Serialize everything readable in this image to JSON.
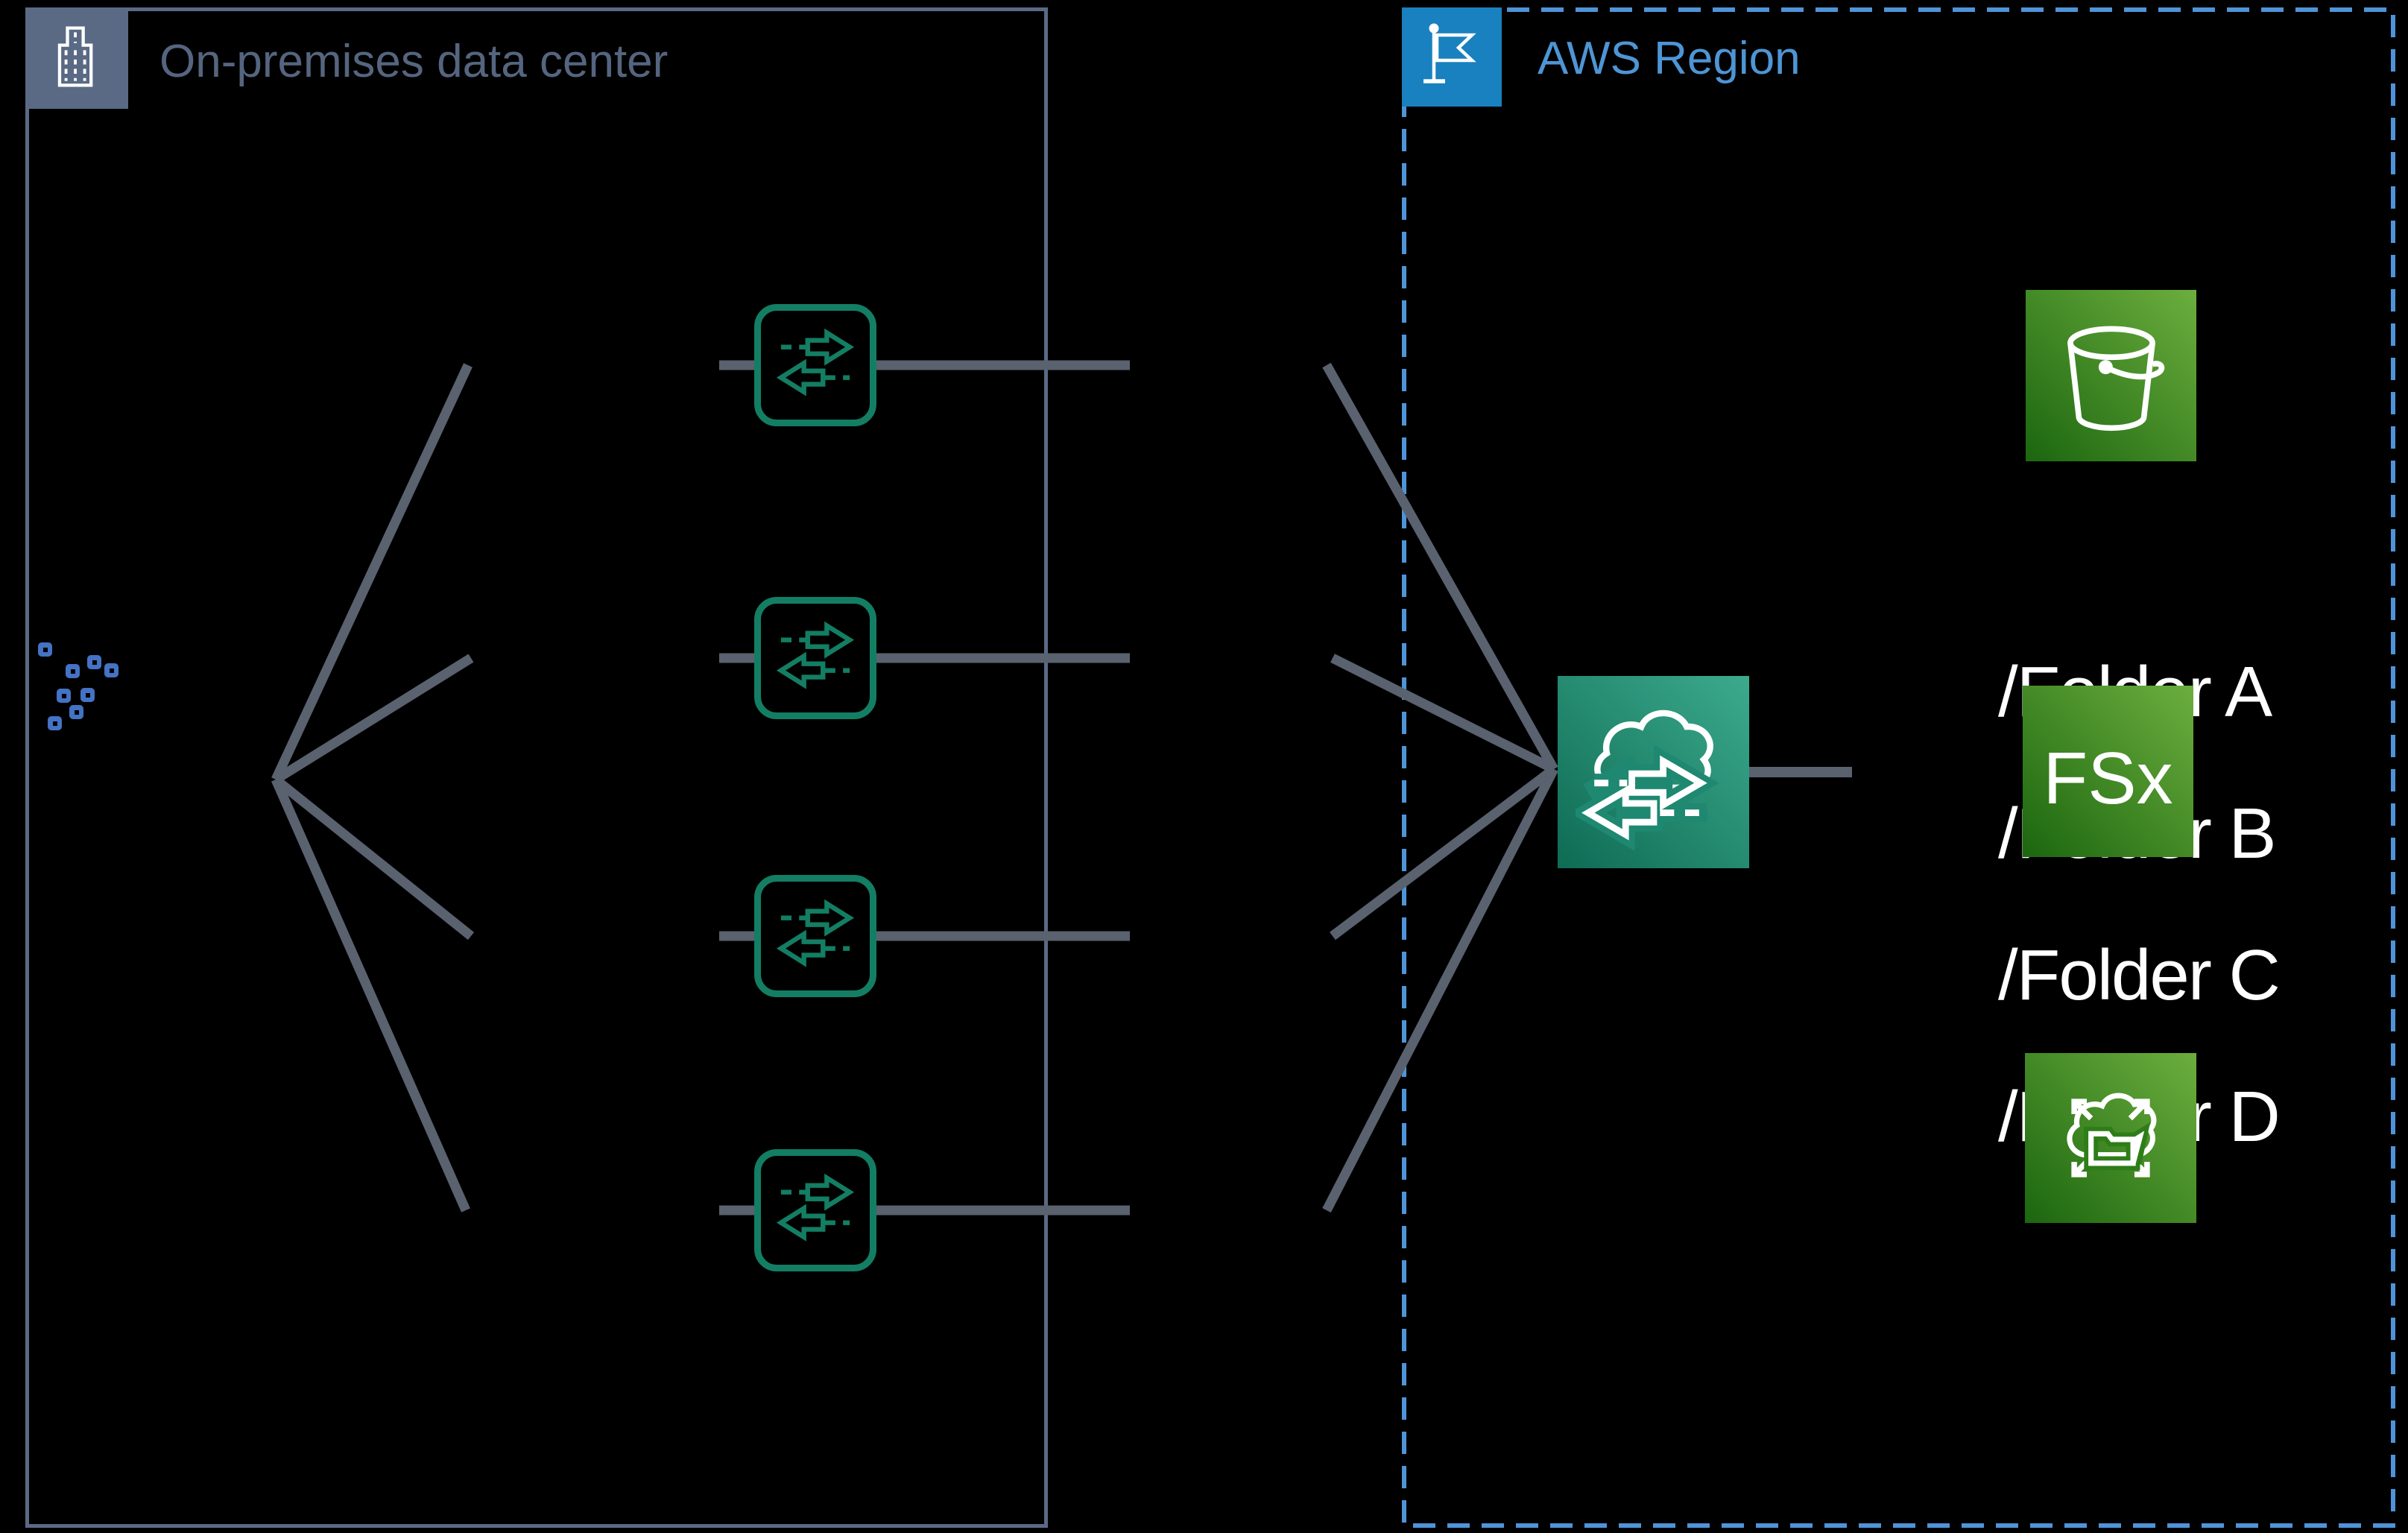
{
  "canvas": {
    "background": "#000000"
  },
  "onprem": {
    "title": "On-premises data center",
    "accent_color": "#5A6A85",
    "title_color": "#55657F",
    "header_icon": "building-icon",
    "file_node_color": "#4472C4",
    "file_node_count": 8
  },
  "aws": {
    "title": "AWS Region",
    "border_color": "#4F94D8",
    "header_bg": "#1981BF",
    "title_color": "#4E95D4",
    "header_icon": "flag-icon"
  },
  "agents": {
    "icon": "datasync-agent-icon",
    "count": 4,
    "stroke_color": "#137E63"
  },
  "services": {
    "datasync": {
      "icon": "datasync-icon",
      "gradient": [
        "#0E6B54",
        "#3CAA8D"
      ]
    },
    "s3": {
      "icon": "s3-bucket-icon",
      "gradient": [
        "#1B660F",
        "#6CAE3E"
      ]
    },
    "fsx": {
      "icon": "fsx-icon",
      "label": "FSx",
      "gradient": [
        "#1B660F",
        "#6CAE3E"
      ]
    },
    "efs": {
      "icon": "efs-file-system-icon",
      "gradient": [
        "#1B660F",
        "#6CAE3E"
      ]
    }
  },
  "folders": [
    {
      "label": "/Folder A"
    },
    {
      "label": "/Folder B"
    },
    {
      "label": "/Folder C"
    },
    {
      "label": "/Folder D"
    }
  ],
  "connections": {
    "color": "#59626E"
  }
}
